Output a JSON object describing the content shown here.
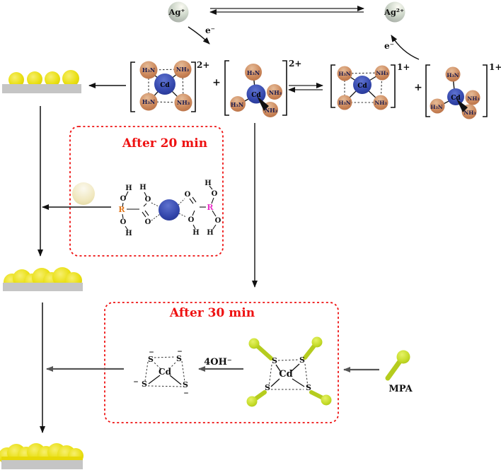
{
  "top": {
    "ag_left": "Ag⁺",
    "ag_right": "Ag²⁺",
    "electron": "e⁻"
  },
  "plus": "+",
  "complexes": [
    {
      "charge": "2+",
      "center": "Cd",
      "tl": "H₃N",
      "tr": "NH₃",
      "bl": "H₃N",
      "br": "NH₃"
    },
    {
      "charge": "2+",
      "center": "Cd",
      "top": "H₃N",
      "right": "NH₃",
      "left": "H₃N",
      "front": "NH₃"
    },
    {
      "charge": "1+",
      "center": "Cd",
      "tl": "H₃N",
      "tr": "NH₃",
      "bl": "H₃N",
      "br": "NH₃"
    },
    {
      "charge": "1+",
      "center": "Cd",
      "top": "H₃N",
      "right": "NH₃",
      "left": "H₃N",
      "front": "NH₃"
    }
  ],
  "box20": {
    "title": "After 20 min",
    "h": "H",
    "o": "O",
    "r_left": "R",
    "r_right": "R"
  },
  "box30": {
    "title": "After 30 min",
    "reagent": "4OH⁻",
    "s": "S",
    "minus": "−",
    "center": "Cd",
    "mpa": "MPA"
  },
  "colors": {
    "accent_red": "#ee1111",
    "substrate_gray": "#c5c5c5",
    "gold_yellow": "#e8df12",
    "ligand_orange": "#c98057",
    "cadmium_blue": "#2c3d9e",
    "r_left": "#e07820",
    "r_right": "#e832c8",
    "mpa_green": "#b5cc1e",
    "arrow_gray": "#555555"
  }
}
